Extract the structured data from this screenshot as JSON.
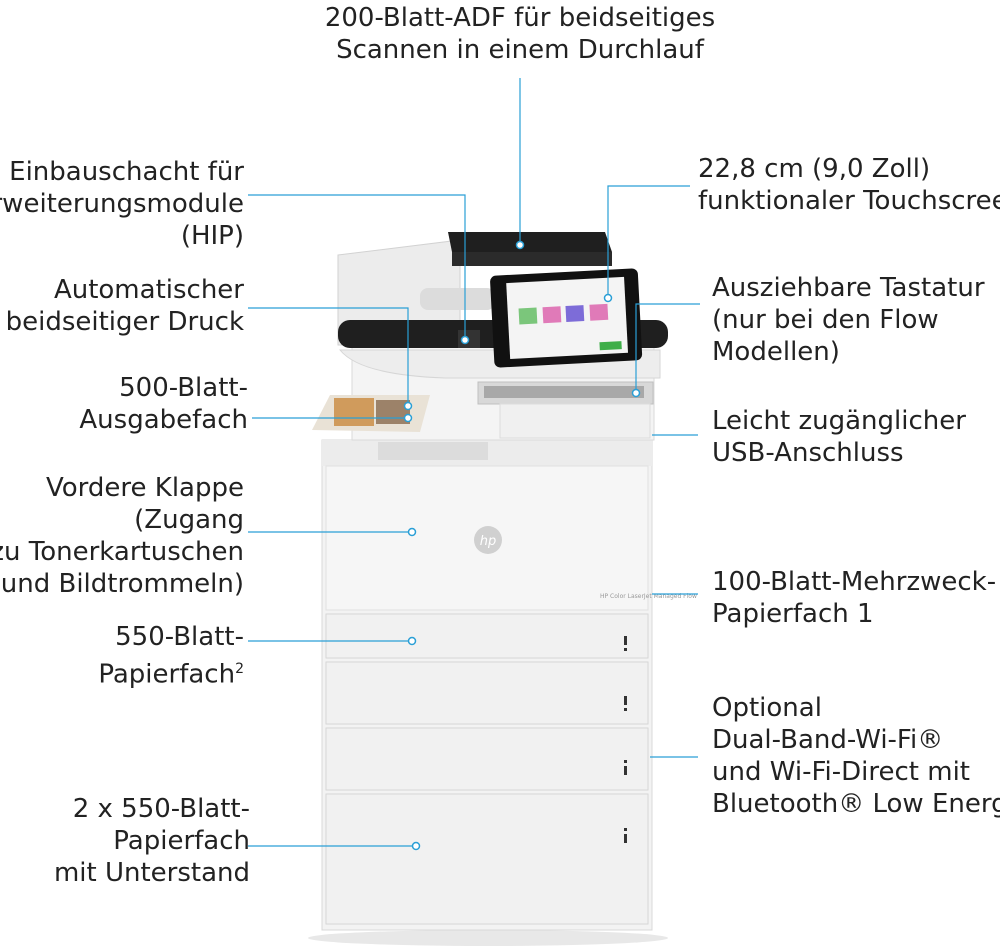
{
  "callouts": {
    "adf": {
      "lines": [
        "200-Blatt-ADF für beidseitiges",
        "Scannen in einem Durchlauf"
      ]
    },
    "hip": {
      "lines": [
        "Einbauschacht für",
        "Erweiterungsmodule",
        "(HIP)"
      ]
    },
    "touchscreen": {
      "lines": [
        "22,8 cm (9,0 Zoll)",
        "funktionaler Touchscreen"
      ]
    },
    "duplex": {
      "lines": [
        "Automatischer",
        "beidseitiger Druck"
      ]
    },
    "keyboard": {
      "lines": [
        "Ausziehbare Tastatur",
        "(nur bei den Flow",
        "Modellen)"
      ]
    },
    "output_bin": {
      "lines": [
        "500-Blatt-",
        "Ausgabefach"
      ]
    },
    "usb": {
      "lines": [
        "Leicht zugänglicher",
        "USB-Anschluss"
      ]
    },
    "front_door": {
      "lines": [
        "Vordere Klappe",
        "(Zugang",
        "zu Tonerkartuschen",
        "und Bildtrommeln)"
      ]
    },
    "mp_tray": {
      "lines": [
        "100-Blatt-Mehrzweck-",
        "Papierfach 1"
      ]
    },
    "tray_550": {
      "line1": "550-Blatt-",
      "line2_text": "Papierfach",
      "line2_sup": "2"
    },
    "wifi": {
      "lines": [
        "Optional",
        "Dual-Band-Wi-Fi®",
        "und Wi-Fi-Direct mit",
        "Bluetooth® Low Energy"
      ]
    },
    "tray_2x550": {
      "lines": [
        "2 x 550-Blatt-",
        "Papierfach",
        "mit Unterstand"
      ]
    }
  },
  "logo_text": "hp",
  "colors": {
    "callout_line": "#2a9fd6",
    "text": "#222222",
    "body": "#f2f2f2",
    "dark": "#1f1f1f"
  }
}
